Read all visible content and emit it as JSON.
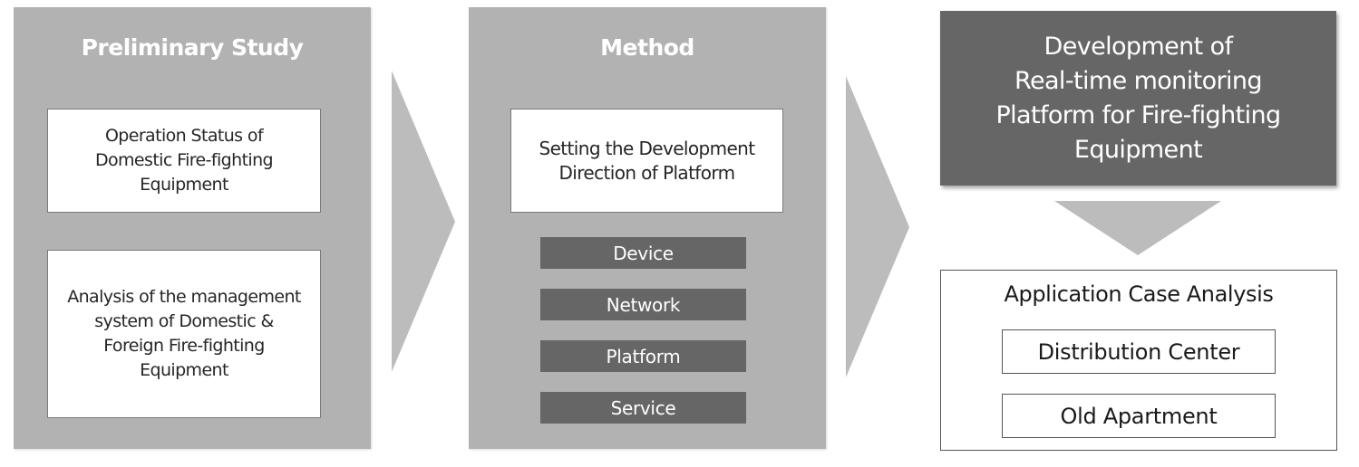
{
  "preliminary": {
    "title": "Preliminary Study",
    "box1": "Operation Status of\nDomestic Fire-fighting\nEquipment",
    "box2": "Analysis of the management\nsystem of Domestic &\nForeign Fire-fighting\nEquipment"
  },
  "method": {
    "title": "Method",
    "box": "Setting the Development\nDirection of Platform",
    "items": [
      "Device",
      "Network",
      "Platform",
      "Service"
    ]
  },
  "result": {
    "title": "Development of\nReal-time monitoring\nPlatform for Fire-fighting\nEquipment"
  },
  "application": {
    "title": "Application Case Analysis",
    "items": [
      "Distribution Center",
      "Old Apartment"
    ]
  },
  "colors": {
    "panel_gray": "#b2b2b2",
    "dark_gray": "#666666",
    "arrow_gray": "#bcbcbc"
  }
}
